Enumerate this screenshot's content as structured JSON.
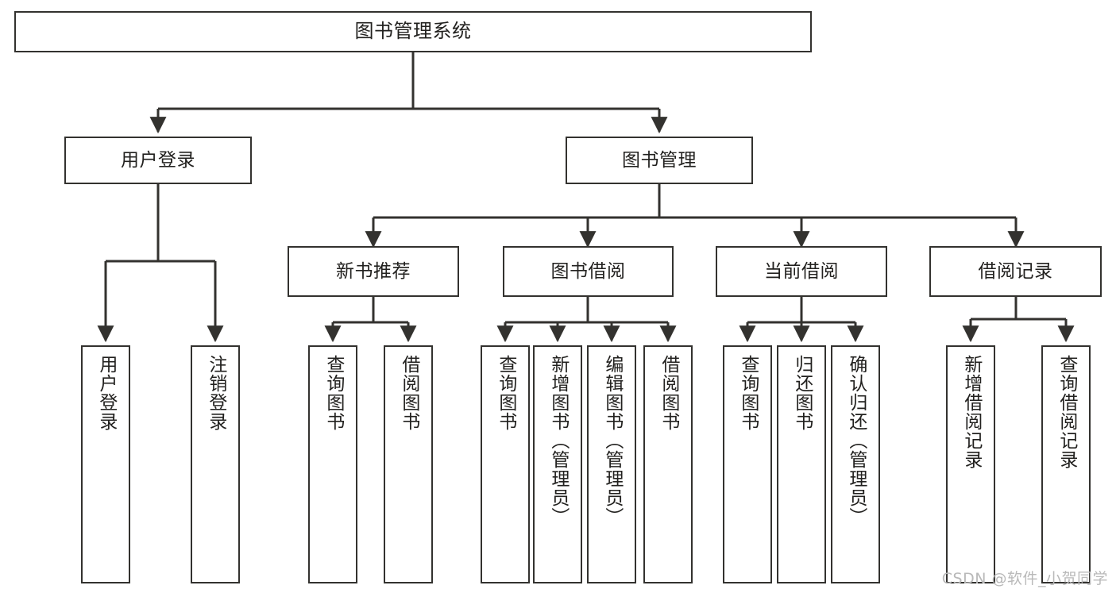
{
  "diagram": {
    "title": "图书管理系统",
    "watermark": "CSDN @软件_小贺同学",
    "edge_color": "#33322f",
    "box_border_color": "#33322f",
    "background_color": "#ffffff",
    "text_color": "#22211f",
    "root": {
      "label": "图书管理系统"
    },
    "level1": [
      {
        "label": "用户登录"
      },
      {
        "label": "图书管理"
      }
    ],
    "level2": [
      {
        "label": "新书推荐"
      },
      {
        "label": "图书借阅"
      },
      {
        "label": "当前借阅"
      },
      {
        "label": "借阅记录"
      }
    ],
    "leaves": {
      "user_login": [
        {
          "label": "用户登录"
        },
        {
          "label": "注销登录"
        }
      ],
      "new_book_recommend": [
        {
          "label": "查询图书"
        },
        {
          "label": "借阅图书"
        }
      ],
      "book_borrow": [
        {
          "label": "查询图书"
        },
        {
          "label": "新增图书（管理员）"
        },
        {
          "label": "编辑图书（管理员）"
        },
        {
          "label": "借阅图书"
        }
      ],
      "current_borrow": [
        {
          "label": "查询图书"
        },
        {
          "label": "归还图书"
        },
        {
          "label": "确认归还（管理员）"
        }
      ],
      "borrow_records": [
        {
          "label": "新增借阅记录"
        },
        {
          "label": "查询借阅记录"
        }
      ]
    }
  }
}
